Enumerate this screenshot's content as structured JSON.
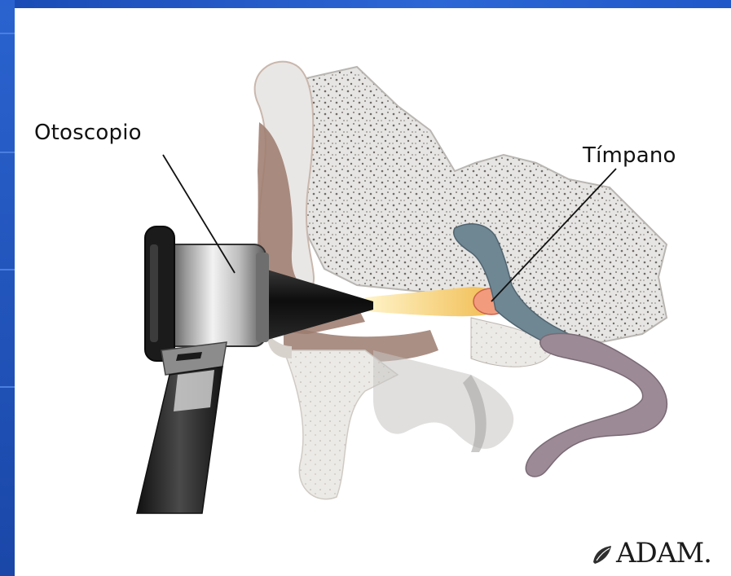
{
  "labels": {
    "otoscope": "Otoscopio",
    "eardrum": "Tímpano"
  },
  "logo": {
    "text": "ADAM."
  },
  "colors": {
    "frame_blue": "#1d4fb8",
    "bone": "#e4e3e1",
    "bone_speckle": "#6e6a67",
    "skin": "#9a7a6e",
    "canal_light": "#f2c24a",
    "eardrum": "#f09a7a",
    "tube_blue": "#6f8793",
    "intestine_purple": "#9c8a96"
  }
}
